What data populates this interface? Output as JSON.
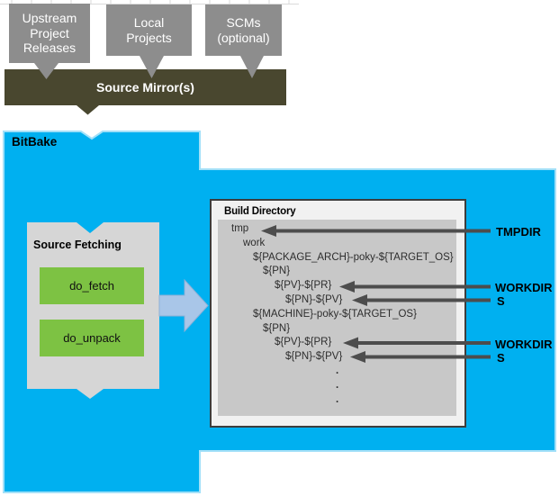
{
  "sources": {
    "upstream": "Upstream\nProject\nReleases",
    "local": "Local\nProjects",
    "scms": "SCMs\n(optional)",
    "mirror": "Source Mirror(s)"
  },
  "bitbake": {
    "label": "BitBake",
    "source_fetching": {
      "title": "Source Fetching",
      "tasks": [
        "do_fetch",
        "do_unpack"
      ]
    }
  },
  "build_directory": {
    "title": "Build Directory",
    "tree": [
      "tmp",
      "work",
      "${PACKAGE_ARCH}-poky-${TARGET_OS}",
      "${PN}",
      "${PV}-${PR}",
      "${PN}-${PV}",
      "${MACHINE}-poky-${TARGET_OS}",
      "${PN}",
      "${PV}-${PR}",
      "${PN}-${PV}",
      ".",
      ".",
      "."
    ]
  },
  "annotations": [
    "TMPDIR",
    "WORKDIR",
    "S",
    "WORKDIR",
    "S"
  ],
  "colors": {
    "panel_blue": "#00b0f0",
    "panel_blue_border": "#a3e0f8",
    "box_gray": "#8d8d8d",
    "olive": "#49472f",
    "light_panel": "#d6d6d6",
    "task_green": "#7dc243",
    "flow_arrow_blue": "#a9c6e8",
    "flow_arrow_border": "#8fb0d6",
    "dir_box_bg": "#f1f1f1",
    "dir_box_border": "#3d3d3d",
    "dir_inner_gray": "#c8c8c8",
    "arrow_dark": "#4d4d4d"
  }
}
